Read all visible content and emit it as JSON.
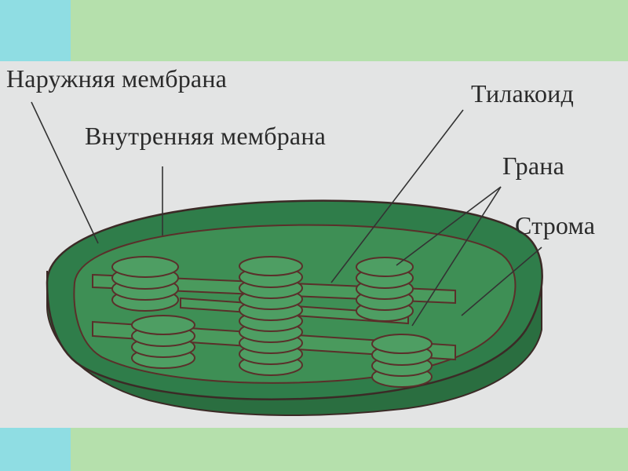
{
  "diagram": {
    "labels": {
      "outer_membrane": "Наружняя мембрана",
      "inner_membrane": "Внутренняя мембрана",
      "thylakoid": "Тилакоид",
      "grana": "Грана",
      "stroma": "Строма"
    },
    "colors": {
      "background": "#b5e0ac",
      "accent_band": "#8fdde3",
      "panel": "#e3e4e4",
      "outer_body": "#2f7d4a",
      "inner_body": "#3e8f55",
      "membrane_line": "#5a2f2a",
      "label_text": "#2a2a2a"
    }
  }
}
